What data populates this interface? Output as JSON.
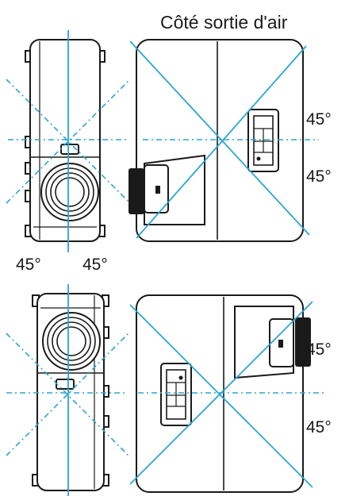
{
  "title": "Côté sortie d'air",
  "angle_labels": [
    "45°",
    "45°",
    "45°",
    "45°",
    "45°",
    "45°"
  ],
  "colors": {
    "outline": "#1a1a1a",
    "axis_line": "#2aa5d4",
    "body_fill": "#ffffff"
  }
}
